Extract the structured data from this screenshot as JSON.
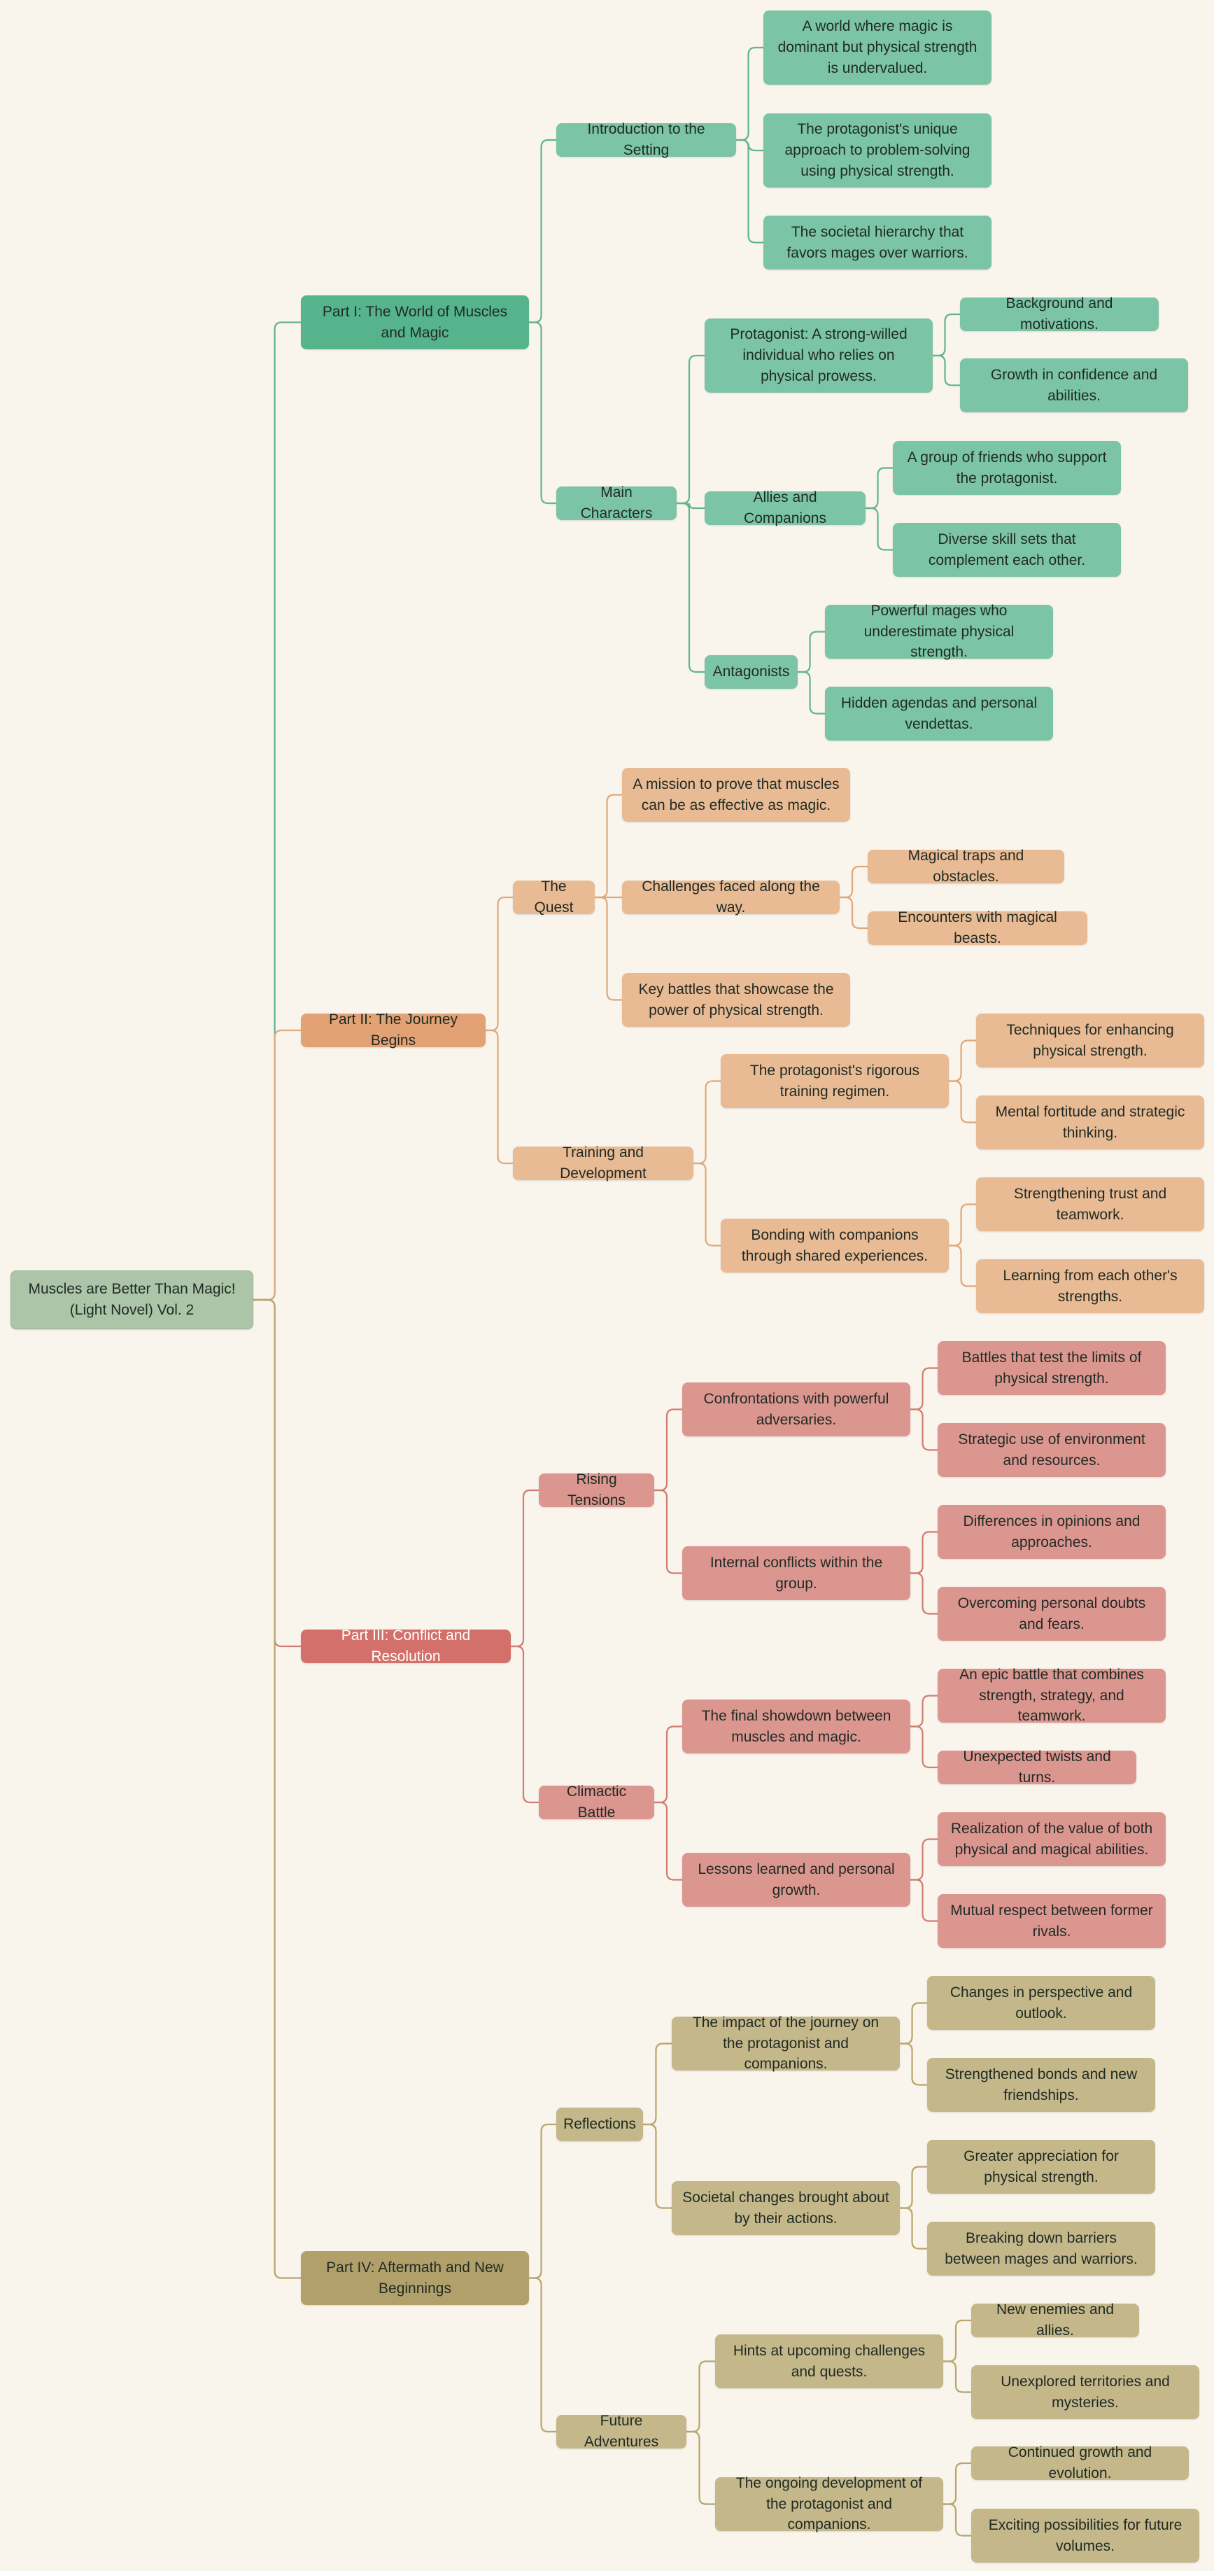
{
  "mindmap": {
    "root": "Muscles are Better Than Magic! (Light Novel) Vol. 2",
    "colors": {
      "part1": "#55b48c",
      "part1_light": "#7cc4a6",
      "part1_line": "#5fb58f",
      "part2": "#e3a273",
      "part2_light": "#e8bb94",
      "part2_line": "#e0a77a",
      "part3": "#d4706a",
      "part3_light": "#dc9690",
      "part3_line": "#cf7d72",
      "part4": "#b1a06a",
      "part4_light": "#c4b78a",
      "part4_line": "#b7a56c",
      "background": "#f9f4ec"
    },
    "parts": [
      {
        "label": "Part I: The World of Muscles and Magic",
        "branches": [
          {
            "label": "Introduction to the Setting",
            "children": [
              {
                "label": "A world where magic is dominant but physical strength is undervalued."
              },
              {
                "label": "The protagonist's unique approach to problem-solving using physical strength."
              },
              {
                "label": "The societal hierarchy that favors mages over warriors."
              }
            ]
          },
          {
            "label": "Main Characters",
            "children": [
              {
                "label": "Protagonist: A strong-willed individual who relies on physical prowess.",
                "children": [
                  {
                    "label": "Background and motivations."
                  },
                  {
                    "label": "Growth in confidence and abilities."
                  }
                ]
              },
              {
                "label": "Allies and Companions",
                "children": [
                  {
                    "label": "A group of friends who support the protagonist."
                  },
                  {
                    "label": "Diverse skill sets that complement each other."
                  }
                ]
              },
              {
                "label": "Antagonists",
                "children": [
                  {
                    "label": "Powerful mages who underestimate physical strength."
                  },
                  {
                    "label": "Hidden agendas and personal vendettas."
                  }
                ]
              }
            ]
          }
        ]
      },
      {
        "label": "Part II: The Journey Begins",
        "branches": [
          {
            "label": "The Quest",
            "children": [
              {
                "label": "A mission to prove that muscles can be as effective as magic."
              },
              {
                "label": "Challenges faced along the way.",
                "children": [
                  {
                    "label": "Magical traps and obstacles."
                  },
                  {
                    "label": "Encounters with magical beasts."
                  }
                ]
              },
              {
                "label": "Key battles that showcase the power of physical strength."
              }
            ]
          },
          {
            "label": "Training and Development",
            "children": [
              {
                "label": "The protagonist's rigorous training regimen.",
                "children": [
                  {
                    "label": "Techniques for enhancing physical strength."
                  },
                  {
                    "label": "Mental fortitude and strategic thinking."
                  }
                ]
              },
              {
                "label": "Bonding with companions through shared experiences.",
                "children": [
                  {
                    "label": "Strengthening trust and teamwork."
                  },
                  {
                    "label": "Learning from each other's strengths."
                  }
                ]
              }
            ]
          }
        ]
      },
      {
        "label": "Part III: Conflict and Resolution",
        "branches": [
          {
            "label": "Rising Tensions",
            "children": [
              {
                "label": "Confrontations with powerful adversaries.",
                "children": [
                  {
                    "label": "Battles that test the limits of physical strength."
                  },
                  {
                    "label": "Strategic use of environment and resources."
                  }
                ]
              },
              {
                "label": "Internal conflicts within the group.",
                "children": [
                  {
                    "label": "Differences in opinions and approaches."
                  },
                  {
                    "label": "Overcoming personal doubts and fears."
                  }
                ]
              }
            ]
          },
          {
            "label": "Climactic Battle",
            "children": [
              {
                "label": "The final showdown between muscles and magic.",
                "children": [
                  {
                    "label": "An epic battle that combines strength, strategy, and teamwork."
                  },
                  {
                    "label": "Unexpected twists and turns."
                  }
                ]
              },
              {
                "label": "Lessons learned and personal growth.",
                "children": [
                  {
                    "label": "Realization of the value of both physical and magical abilities."
                  },
                  {
                    "label": "Mutual respect between former rivals."
                  }
                ]
              }
            ]
          }
        ]
      },
      {
        "label": "Part IV: Aftermath and New Beginnings",
        "branches": [
          {
            "label": "Reflections",
            "children": [
              {
                "label": "The impact of the journey on the protagonist and companions.",
                "children": [
                  {
                    "label": "Changes in perspective and outlook."
                  },
                  {
                    "label": "Strengthened bonds and new friendships."
                  }
                ]
              },
              {
                "label": "Societal changes brought about by their actions.",
                "children": [
                  {
                    "label": "Greater appreciation for physical strength."
                  },
                  {
                    "label": "Breaking down barriers between mages and warriors."
                  }
                ]
              }
            ]
          },
          {
            "label": "Future Adventures",
            "children": [
              {
                "label": "Hints at upcoming challenges and quests.",
                "children": [
                  {
                    "label": "New enemies and allies."
                  },
                  {
                    "label": "Unexplored territories and mysteries."
                  }
                ]
              },
              {
                "label": "The ongoing development of the protagonist and companions.",
                "children": [
                  {
                    "label": "Continued growth and evolution."
                  },
                  {
                    "label": "Exciting possibilities for future volumes."
                  }
                ]
              }
            ]
          }
        ]
      }
    ]
  }
}
